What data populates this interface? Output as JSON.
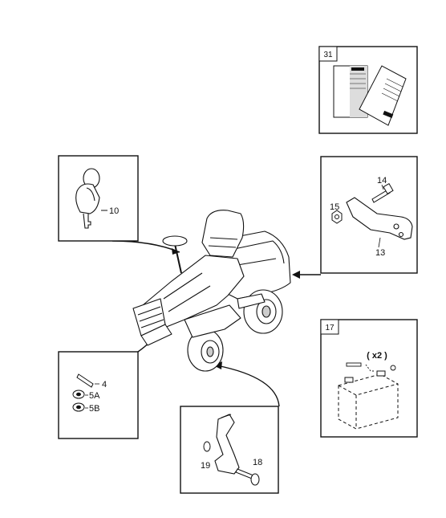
{
  "panels": {
    "manuals": {
      "number": "31"
    },
    "key": {
      "callout": "10"
    },
    "bracket": {
      "callouts": [
        "14",
        "15",
        "13"
      ]
    },
    "battery": {
      "number": "17",
      "quantity": "( x2 )"
    },
    "pins": {
      "callouts": [
        "4",
        "5A",
        "5B"
      ]
    },
    "pedal": {
      "callouts": [
        "19",
        "18"
      ]
    }
  },
  "colors": {
    "line": "#111111",
    "panel_bg": "#ffffff"
  }
}
